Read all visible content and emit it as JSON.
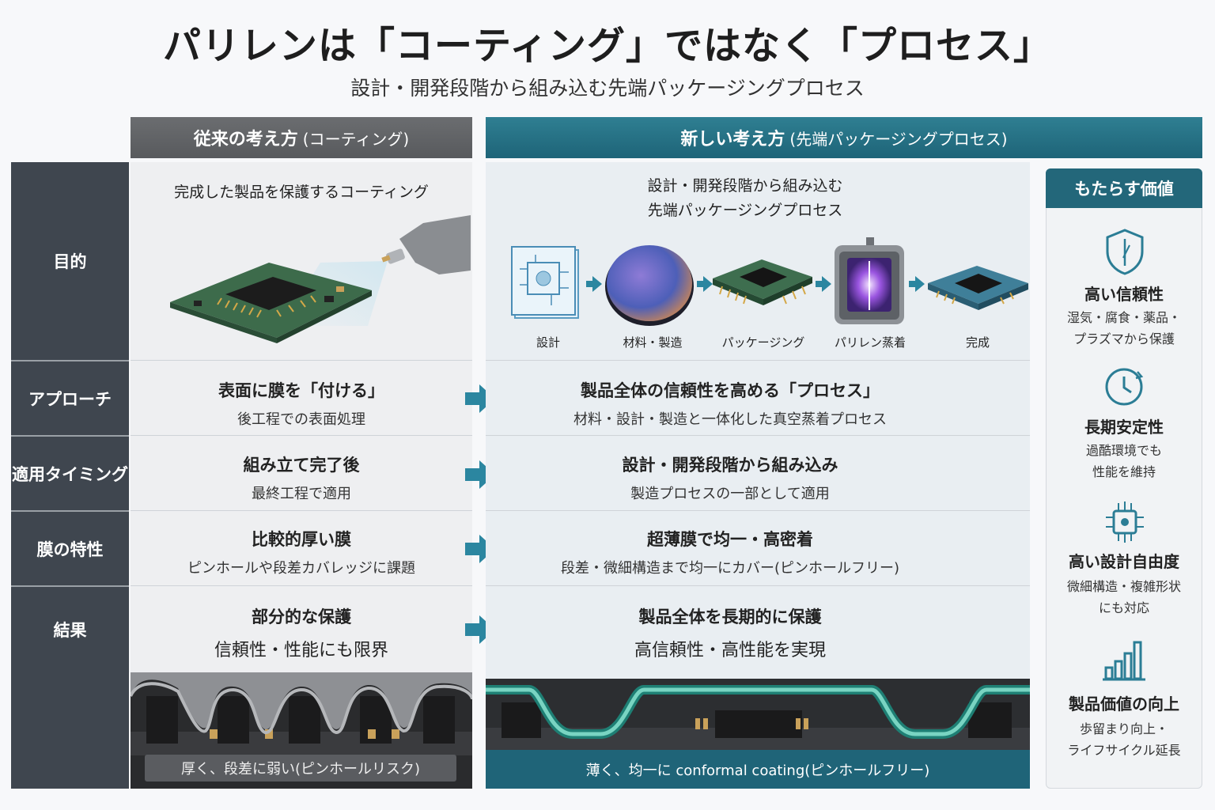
{
  "title": "パリレンは「コーティング」ではなく「プロセス」",
  "subtitle": "設計・開発段階から組み込む先端パッケージングプロセス",
  "columns": {
    "old": {
      "label": "従来の考え方",
      "sub": "(コーティング)"
    },
    "new": {
      "label": "新しい考え方",
      "sub": "(先端パッケージングプロセス)"
    }
  },
  "rows": [
    {
      "label": "目的"
    },
    {
      "label": "アプローチ"
    },
    {
      "label": "適用タイミング"
    },
    {
      "label": "膜の特性"
    },
    {
      "label": "結果"
    }
  ],
  "old": {
    "purpose": "完成した製品を保護するコーティング",
    "approach": {
      "main": "表面に膜を「付ける」",
      "sub": "後工程での表面処理"
    },
    "timing": {
      "main": "組み立て完了後",
      "sub": "最終工程で適用"
    },
    "film": {
      "main": "比較的厚い膜",
      "sub": "ピンホールや段差カバレッジに課題"
    },
    "result": {
      "main": "部分的な保護",
      "sub": "信頼性・性能にも限界"
    },
    "caption": "厚く、段差に弱い(ピンホールリスク)"
  },
  "new": {
    "purpose_line1": "設計・開発段階から組み込む",
    "purpose_line2": "先端パッケージングプロセス",
    "steps": [
      "設計",
      "材料・製造",
      "パッケージング",
      "パリレン蒸着",
      "完成"
    ],
    "approach": {
      "main": "製品全体の信頼性を高める「プロセス」",
      "sub": "材料・設計・製造と一体化した真空蒸着プロセス"
    },
    "timing": {
      "main": "設計・開発段階から組み込み",
      "sub": "製造プロセスの一部として適用"
    },
    "film": {
      "main": "超薄膜で均一・高密着",
      "sub": "段差・微細構造まで均一にカバー(ピンホールフリー)"
    },
    "result": {
      "main": "製品全体を長期的に保護",
      "sub": "高信頼性・高性能を実現"
    },
    "caption": "薄く、均一に conformal coating(ピンホールフリー)"
  },
  "values": {
    "header": "もたらす価値",
    "items": [
      {
        "icon": "shield-icon",
        "title": "高い信頼性",
        "desc1": "湿気・腐食・薬品・",
        "desc2": "プラズマから保護"
      },
      {
        "icon": "clock-icon",
        "title": "長期安定性",
        "desc1": "過酷環境でも",
        "desc2": "性能を維持"
      },
      {
        "icon": "chip-circuit-icon",
        "title": "高い設計自由度",
        "desc1": "微細構造・複雑形状",
        "desc2": "にも対応"
      },
      {
        "icon": "bar-chart-icon",
        "title": "製品価値の向上",
        "desc1": "歩留まり向上・",
        "desc2": "ライフサイクル延長"
      }
    ]
  },
  "colors": {
    "accent": "#1f6478",
    "dark": "#3f464f",
    "gray": "#5a5c60"
  }
}
